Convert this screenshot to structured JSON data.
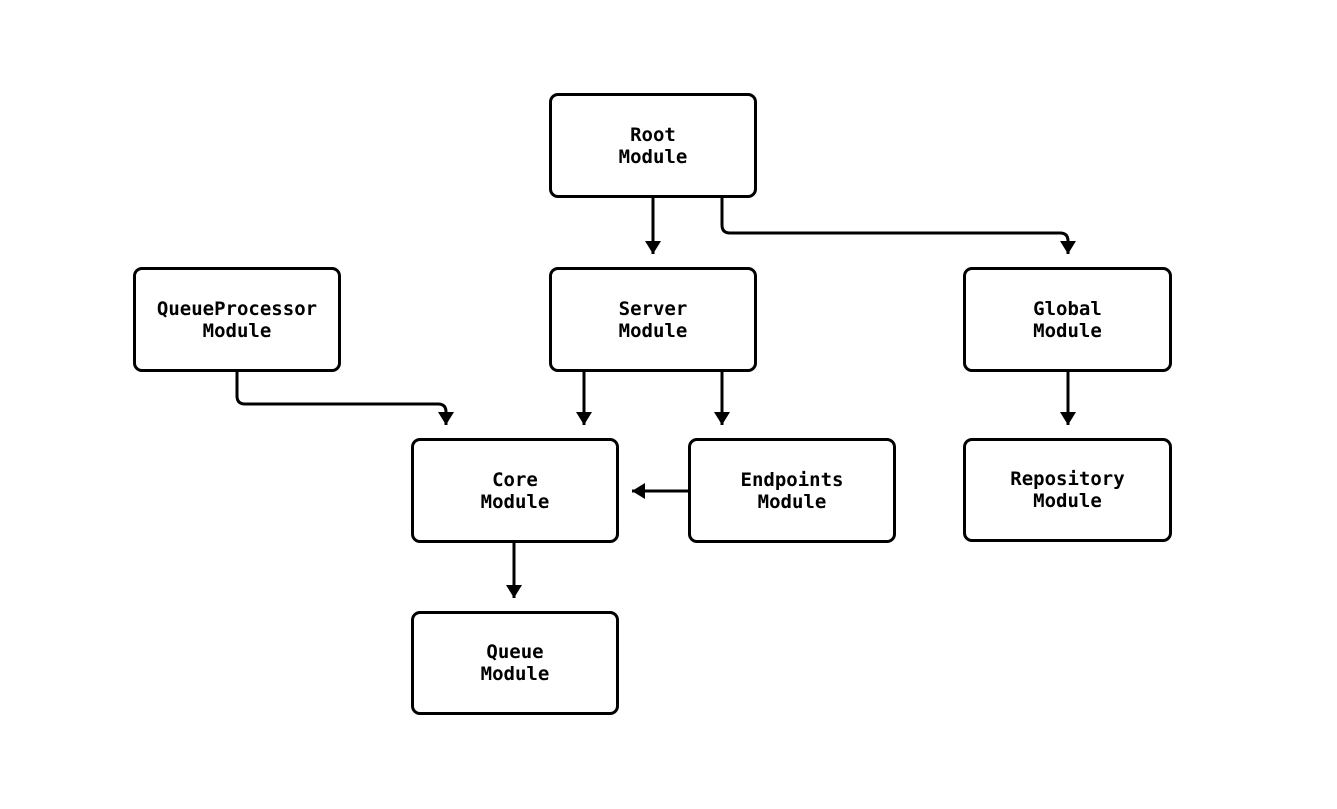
{
  "diagram": {
    "type": "flowchart",
    "background_color": "#ffffff",
    "node_fill_color": "#ffffff",
    "node_border_color": "#000000",
    "edge_color": "#000000",
    "text_color": "#000000",
    "nodes": {
      "root": {
        "label": "Root\nModule"
      },
      "queue_processor": {
        "label": "QueueProcessor\nModule"
      },
      "server": {
        "label": "Server\nModule"
      },
      "global": {
        "label": "Global\nModule"
      },
      "core": {
        "label": "Core\nModule"
      },
      "endpoints": {
        "label": "Endpoints\nModule"
      },
      "repository": {
        "label": "Repository\nModule"
      },
      "queue": {
        "label": "Queue\nModule"
      }
    },
    "edges": [
      {
        "from": "Root Module",
        "to": "Server Module"
      },
      {
        "from": "Root Module",
        "to": "Global Module"
      },
      {
        "from": "QueueProcessor Module",
        "to": "Core Module"
      },
      {
        "from": "Server Module",
        "to": "Core Module"
      },
      {
        "from": "Server Module",
        "to": "Endpoints Module"
      },
      {
        "from": "Endpoints Module",
        "to": "Core Module"
      },
      {
        "from": "Global Module",
        "to": "Repository Module"
      },
      {
        "from": "Core Module",
        "to": "Queue Module"
      }
    ]
  }
}
